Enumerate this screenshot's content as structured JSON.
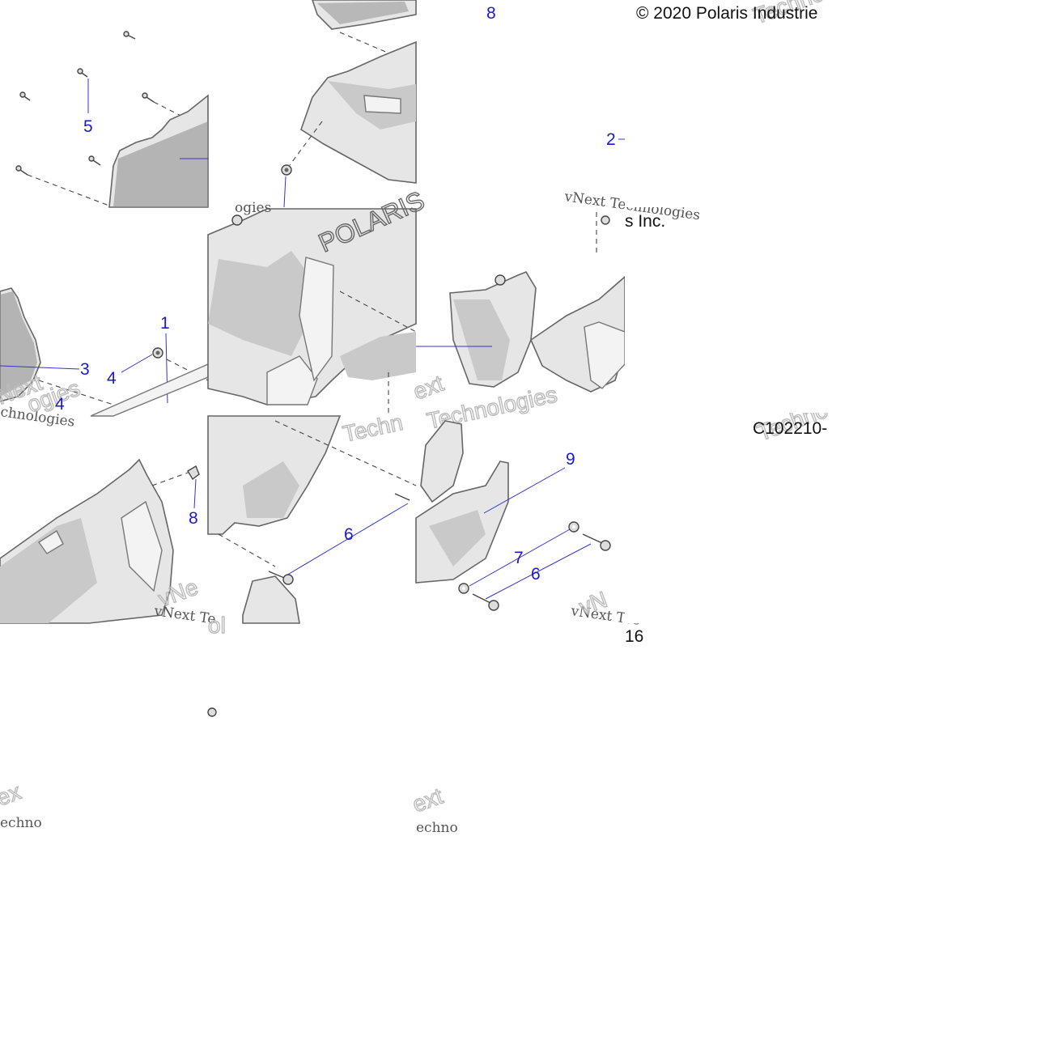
{
  "copyright": "© 2020 Polaris Industrie",
  "copyright_fragment": "s Inc.",
  "figure_id": "C102210-",
  "page_fragment": "16",
  "watermark_text": "vNext Technologies",
  "watermark_fragments": [
    "vNext Tec",
    "vNext Te",
    "chnologies",
    "Technologies",
    "Techno",
    "ext"
  ],
  "callouts": [
    "8",
    "5",
    "2",
    "1",
    "3",
    "4",
    "4",
    "9",
    "8",
    "6",
    "7",
    "6"
  ],
  "brand_logo_text": "POLARIS",
  "colors": {
    "callout": "#1a1acc",
    "line_art": "#666666",
    "fill": "#e6e6e6"
  }
}
